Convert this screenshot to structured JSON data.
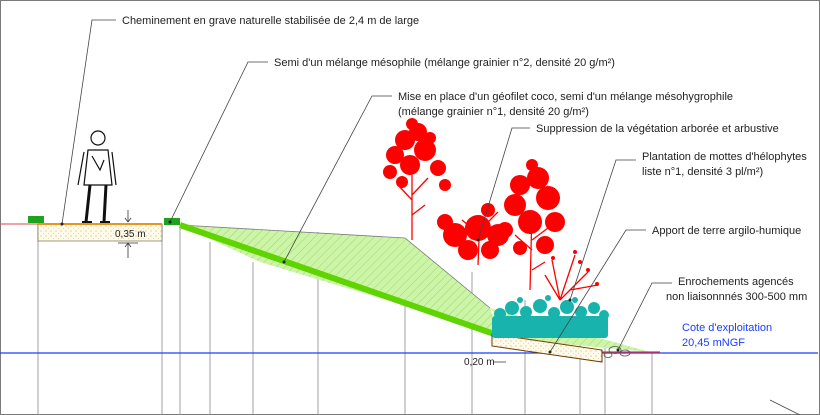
{
  "annotations": {
    "path_surface": "Cheminement en grave naturelle stabilisée de 2,4 m de large",
    "mesophile_seed": "Semi d'un mélange mésophile (mélange grainier n°2, densité 20 g/m²)",
    "geofilet_line1": "Mise en place d'un géofilet coco, semi d'un mélange mésohygrophile",
    "geofilet_line2": "(mélange grainier n°1, densité 20 g/m²)",
    "vegetation_removal": "Suppression de la végétation arborée et arbustive",
    "helophytes_line1": "Plantation de mottes d'hélophytes",
    "helophytes_line2": "liste n°1, densité 3 pl/m²)",
    "clay_soil": "Apport de terre argilo-humique",
    "riprap_line1": "Enrochements agencés",
    "riprap_line2": "non liaisonnnés 300-500 mm",
    "water_level_line1": "Cote d'exploitation",
    "water_level_line2": "20,45 mNGF"
  },
  "dimensions": {
    "path_thickness": "0,35 m",
    "soil_thickness": "0,20 m"
  },
  "colors": {
    "slope_fill": "#ccf5a8",
    "slope_line": "#5fd400",
    "trees": "#ff0000",
    "helophytes": "#19b3ad",
    "water_line": "#1a3cff",
    "path_fill": "#fffbea",
    "path_edge": "#e08a00",
    "leader": "#444444",
    "grid": "#8a8a8a",
    "structure": "#6b3a00"
  }
}
